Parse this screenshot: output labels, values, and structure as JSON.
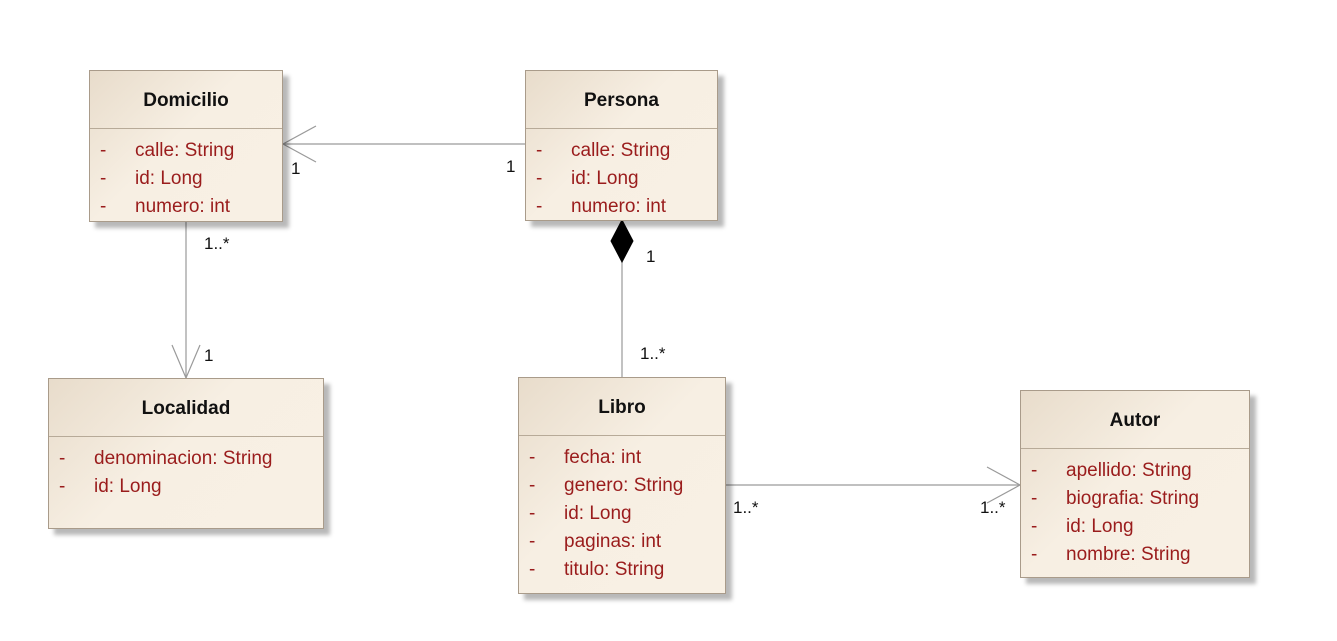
{
  "classes": {
    "domicilio": {
      "name": "Domicilio",
      "attributes": [
        {
          "visibility": "-",
          "text": "calle:  String"
        },
        {
          "visibility": "-",
          "text": "id:  Long"
        },
        {
          "visibility": "-",
          "text": "numero:  int"
        }
      ]
    },
    "persona": {
      "name": "Persona",
      "attributes": [
        {
          "visibility": "-",
          "text": "calle:  String"
        },
        {
          "visibility": "-",
          "text": "id:  Long"
        },
        {
          "visibility": "-",
          "text": "numero:  int"
        }
      ]
    },
    "localidad": {
      "name": "Localidad",
      "attributes": [
        {
          "visibility": "-",
          "text": "denominacion:  String"
        },
        {
          "visibility": "-",
          "text": "id:  Long"
        }
      ]
    },
    "libro": {
      "name": "Libro",
      "attributes": [
        {
          "visibility": "-",
          "text": "fecha:  int"
        },
        {
          "visibility": "-",
          "text": "genero:  String"
        },
        {
          "visibility": "-",
          "text": "id:  Long"
        },
        {
          "visibility": "-",
          "text": "paginas:  int"
        },
        {
          "visibility": "-",
          "text": "titulo:  String"
        }
      ]
    },
    "autor": {
      "name": "Autor",
      "attributes": [
        {
          "visibility": "-",
          "text": "apellido:  String"
        },
        {
          "visibility": "-",
          "text": "biografia:  String"
        },
        {
          "visibility": "-",
          "text": "id:  Long"
        },
        {
          "visibility": "-",
          "text": "nombre:  String"
        }
      ]
    }
  },
  "associations": {
    "persona_domicilio": {
      "source_multiplicity": "1",
      "target_multiplicity": "1"
    },
    "domicilio_localidad": {
      "source_multiplicity": "1..*",
      "target_multiplicity": "1"
    },
    "persona_libro": {
      "whole_multiplicity": "1",
      "part_multiplicity": "1..*"
    },
    "libro_autor": {
      "source_multiplicity": "1..*",
      "target_multiplicity": "1..*"
    }
  },
  "colors": {
    "class_header_text": "#111111",
    "attribute_text": "#9a1c1c",
    "class_fill": "#f7efe3",
    "class_border": "#a99b8a",
    "connector": "#9a9a9a"
  }
}
